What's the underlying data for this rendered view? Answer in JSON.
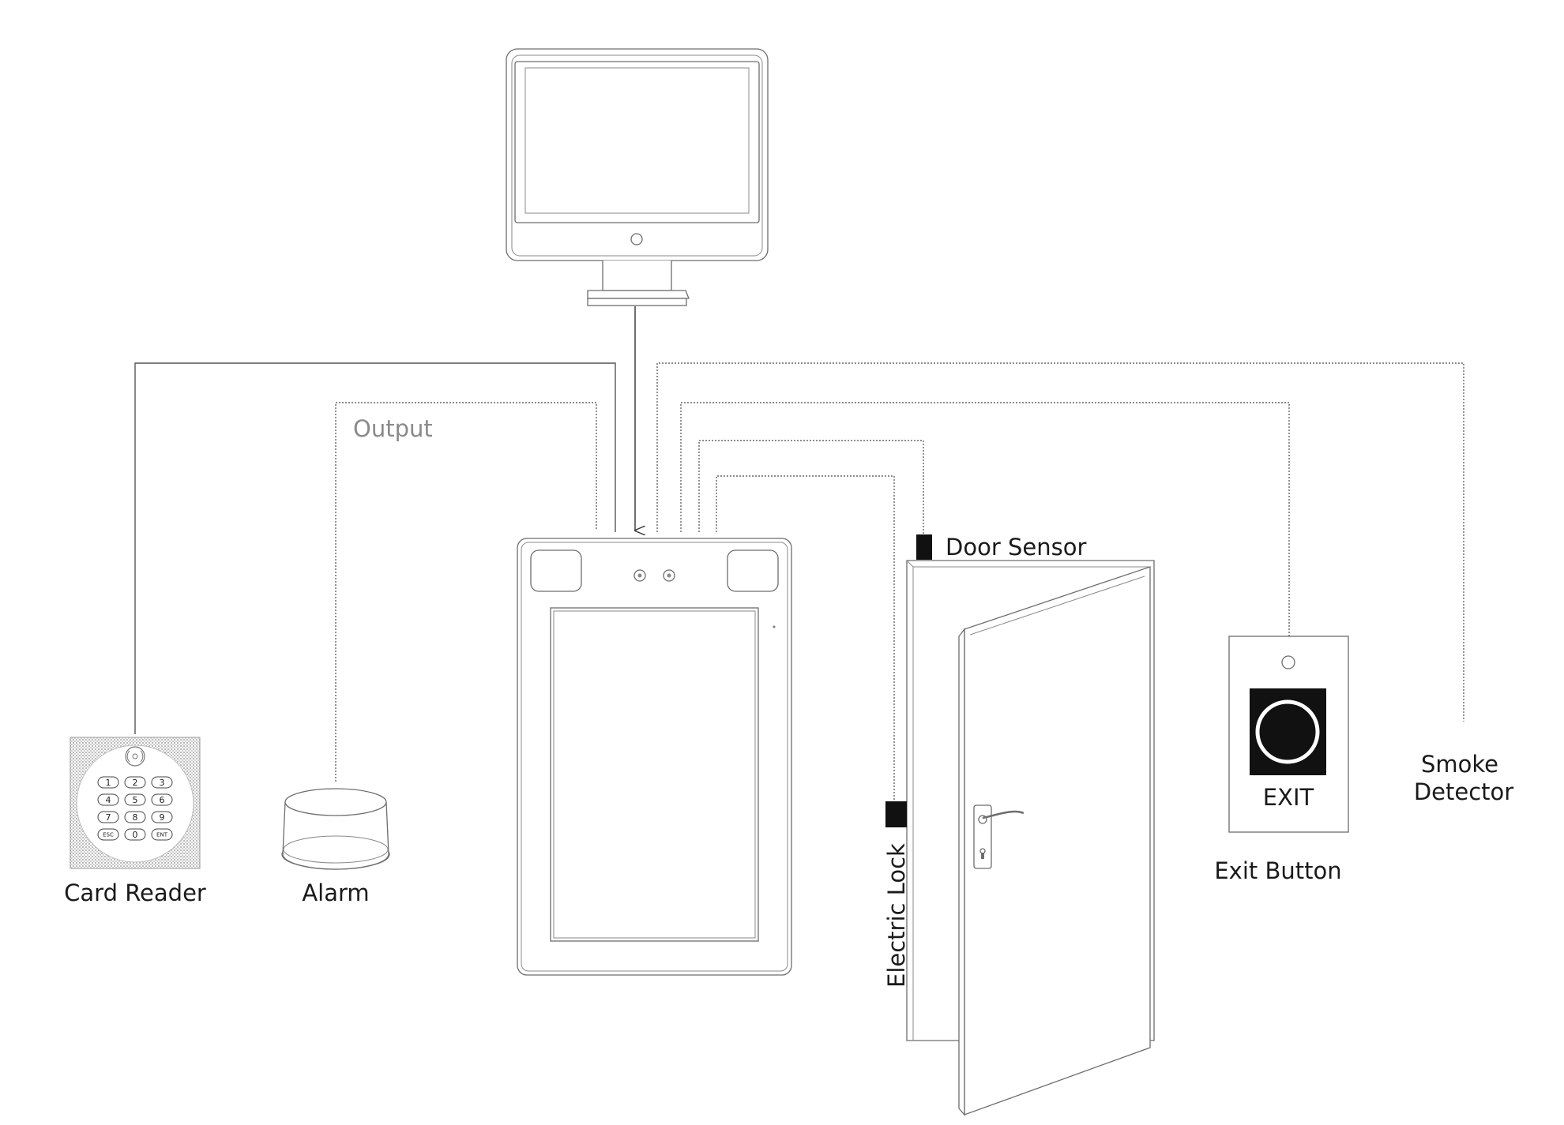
{
  "labels": {
    "card_reader": "Card Reader",
    "alarm": "Alarm",
    "output": "Output",
    "door_sensor": "Door Sensor",
    "electric_lock": "Electric Lock",
    "exit_button": "Exit Button",
    "exit_text": "EXIT",
    "smoke_detector_line1": "Smoke",
    "smoke_detector_line2": "Detector"
  },
  "keypad": {
    "keys": [
      "1",
      "2",
      "3",
      "4",
      "5",
      "6",
      "7",
      "8",
      "9",
      "ESC",
      "0",
      "ENT"
    ]
  },
  "colors": {
    "line": "#6d6d6d",
    "label": "#1a1a1a",
    "output_label": "#8a8a8a",
    "indicator": "#111111"
  }
}
